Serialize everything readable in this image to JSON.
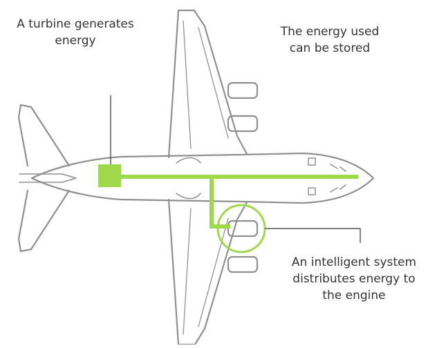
{
  "colors": {
    "outline": "#8f8f8f",
    "energy": "#9fd84a",
    "leader": "#333333",
    "text": "#333333",
    "background": "#ffffff"
  },
  "labels": {
    "turbine": {
      "line1": "A turbine generates",
      "line2": "energy"
    },
    "storage": {
      "line1": "The energy used",
      "line2": "can be stored"
    },
    "distribution": {
      "line1": "An intelligent system",
      "line2": "distributes energy to",
      "line3": "the engine"
    }
  }
}
